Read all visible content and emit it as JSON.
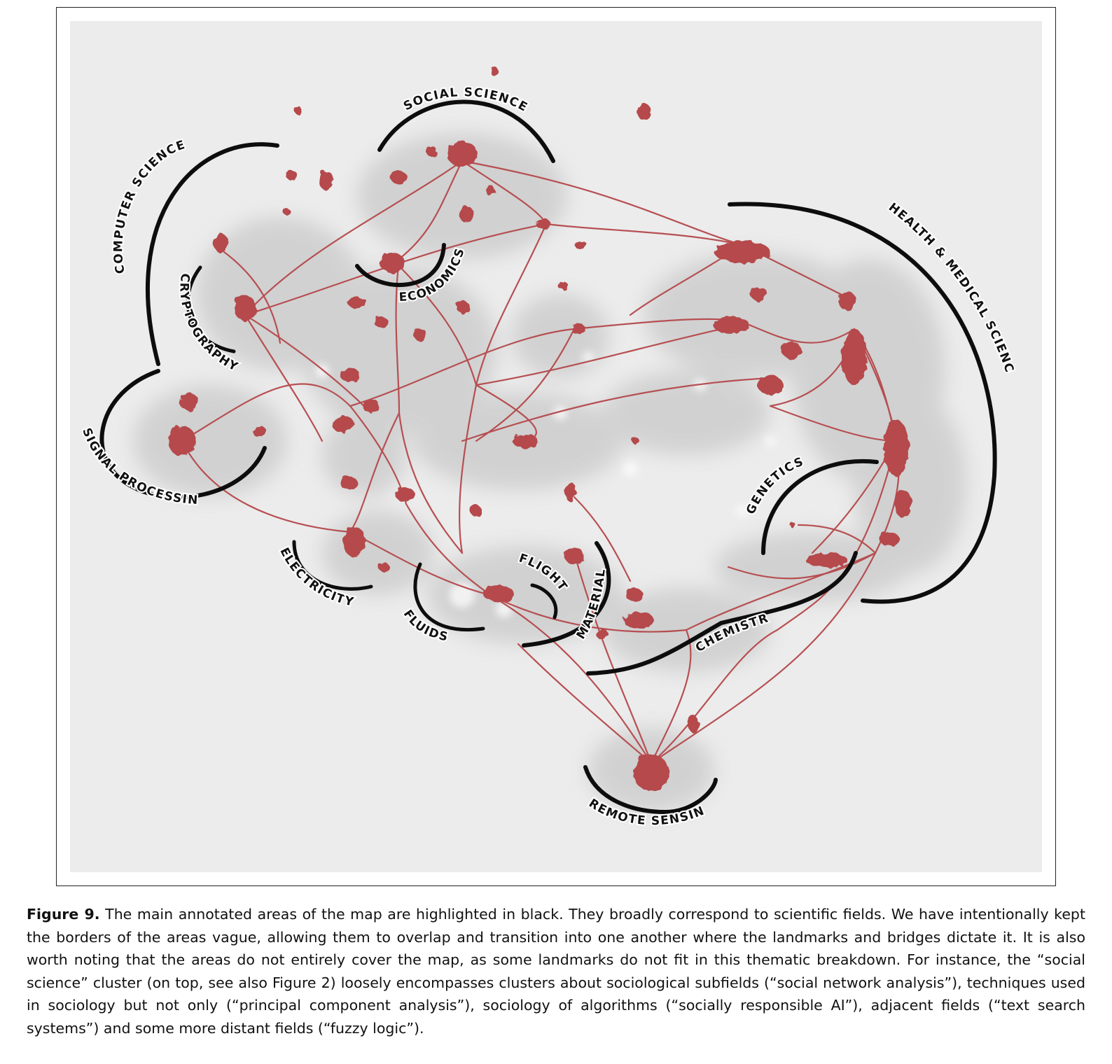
{
  "map": {
    "areas": [
      {
        "id": "social-science",
        "label": "SOCIAL SCIENCE"
      },
      {
        "id": "computer-science",
        "label": "COMPUTER SCIENCE"
      },
      {
        "id": "cryptography",
        "label": "CRYPTOGRAPHY"
      },
      {
        "id": "economics",
        "label": "ECONOMICS"
      },
      {
        "id": "health-medical",
        "label": "HEALTH & MEDICAL SCIENCE"
      },
      {
        "id": "signal-processing",
        "label": "SIGNAL PROCESSING"
      },
      {
        "id": "genetics",
        "label": "GENETICS"
      },
      {
        "id": "electricity",
        "label": "ELECTRICITY"
      },
      {
        "id": "fluids",
        "label": "FLUIDS"
      },
      {
        "id": "flight",
        "label": "FLIGHT"
      },
      {
        "id": "materials",
        "label": "MATERIALS"
      },
      {
        "id": "chemistry",
        "label": "CHEMISTRY"
      },
      {
        "id": "remote-sensing",
        "label": "REMOTE SENSING"
      }
    ],
    "colors": {
      "landmark": "#b5484b",
      "bridge": "#b5484b",
      "area_border": "#0d0d0d",
      "terrain": "#ededed"
    }
  },
  "caption": {
    "label": "Figure 9.",
    "text": "The main annotated areas of the map are highlighted in black. They broadly correspond to scientific fields. We have intentionally kept the borders of the areas vague, allowing them to overlap and transition into one another where the landmarks and bridges dictate it. It is also worth noting that the areas do not entirely cover the map, as some landmarks do not fit in this thematic breakdown. For instance, the “social science” cluster (on top, see also Figure 2) loosely encompasses clusters about sociological subfields (“social network analysis”), techniques used in sociology but not only (“principal component analysis”), sociology of algorithms (“socially responsible AI”), adjacent fields (“text search systems”) and some more distant fields (“fuzzy logic”)."
  }
}
